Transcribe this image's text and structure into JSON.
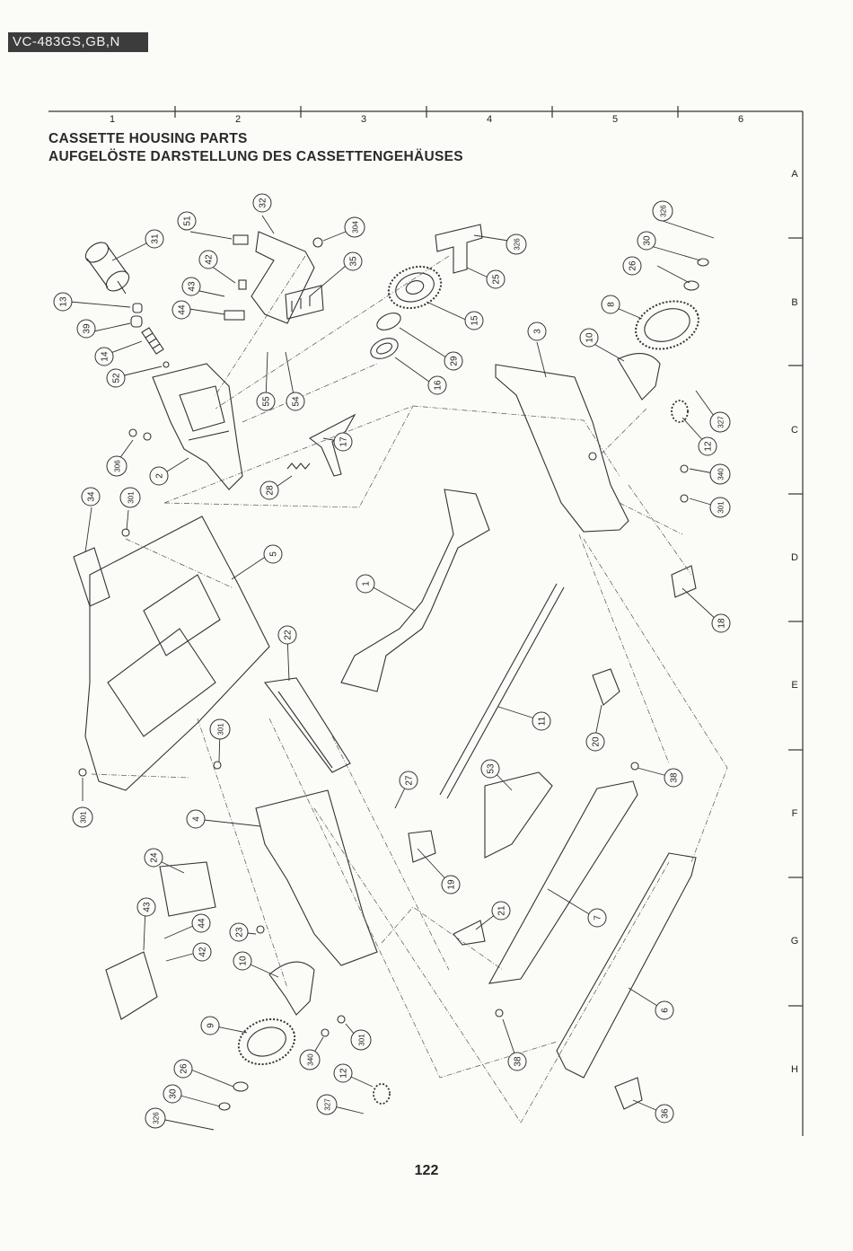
{
  "header": {
    "model": "VC-483GS,GB,N",
    "title_en": "CASSETTE HOUSING PARTS",
    "title_de": "AUFGELÖSTE DARSTELLUNG DES CASSETTENGEHÄUSES"
  },
  "grid": {
    "columns": [
      "1",
      "2",
      "3",
      "4",
      "5",
      "6"
    ],
    "rows": [
      "A",
      "B",
      "C",
      "D",
      "E",
      "F",
      "G",
      "H"
    ]
  },
  "callouts": [
    "31",
    "51",
    "32",
    "304",
    "326",
    "42",
    "35",
    "13",
    "43",
    "44",
    "39",
    "14",
    "52",
    "15",
    "25",
    "29",
    "16",
    "55",
    "54",
    "306",
    "17",
    "2",
    "28",
    "34",
    "301",
    "5",
    "1",
    "3",
    "10",
    "8",
    "26",
    "30",
    "327",
    "12",
    "340",
    "18",
    "22",
    "20",
    "11",
    "53",
    "27",
    "38",
    "4",
    "24",
    "19",
    "21",
    "7",
    "23",
    "6",
    "9",
    "36"
  ],
  "page_number": "122"
}
